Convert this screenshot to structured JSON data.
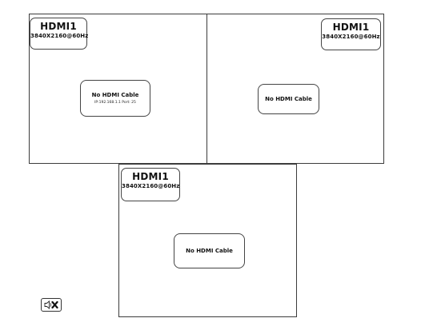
{
  "panels": [
    {
      "source": "HDMI1",
      "resolution": "3840X2160@60Hz",
      "status": "No HDMI Cable",
      "status_detail": "IP:192.168.1.1   Port: 25"
    },
    {
      "source": "HDMI1",
      "resolution": "3840X2160@60Hz",
      "status": "No HDMI Cable"
    },
    {
      "source": "HDMI1",
      "resolution": "3840X2160@60Hz",
      "status": "No HDMI Cable"
    }
  ],
  "controls": {
    "mute_icon": "speaker-muted-icon"
  }
}
